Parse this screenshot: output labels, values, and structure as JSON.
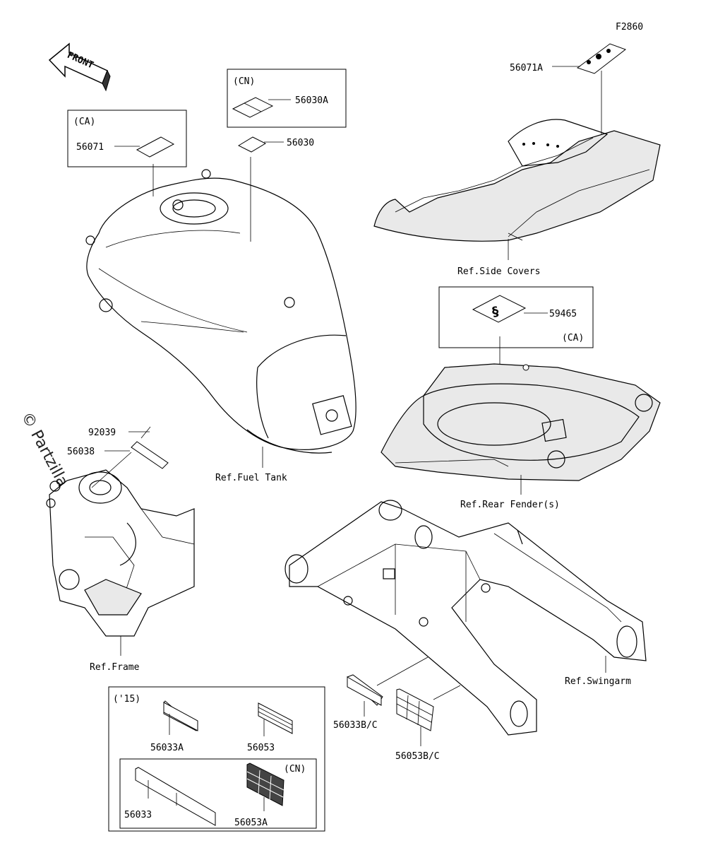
{
  "figure_code": "F2860",
  "front_arrow_label": "FRONT",
  "watermark": "© Partzilla",
  "groups": {
    "ca_top": "(CA)",
    "cn_top": "(CN)",
    "ca_fender": "(CA)",
    "year_15": "('15)",
    "cn_bottom": "(CN)"
  },
  "part_numbers": {
    "p56071": "56071",
    "p56030A": "56030A",
    "p56030": "56030",
    "p56071A": "56071A",
    "p59465": "59465",
    "p92039": "92039",
    "p56038": "56038",
    "p56033A": "56033A",
    "p56053": "56053",
    "p56033": "56033",
    "p56053A": "56053A",
    "p56033BC": "56033B/C",
    "p56053BC": "56053B/C"
  },
  "references": {
    "side_covers": "Ref.Side Covers",
    "fuel_tank": "Ref.Fuel Tank",
    "rear_fender": "Ref.Rear Fender(s)",
    "frame": "Ref.Frame",
    "swingarm": "Ref.Swingarm"
  }
}
